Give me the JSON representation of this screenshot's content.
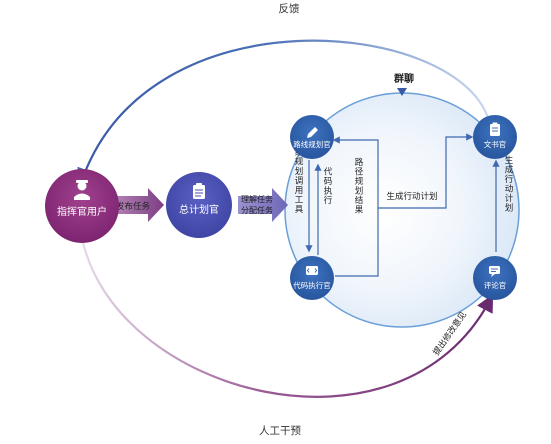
{
  "labels": {
    "feedback": "反馈",
    "human_intervention": "人工干预",
    "group_chat": "群聊",
    "publish_task": "发布任务",
    "understand_task": "理解任务",
    "assign_task": "分配任务",
    "route_tool_vertical": "路线规划调用工具",
    "code_exec_vertical": "代码执行",
    "route_result_vertical": "路径规划结果",
    "gen_plan": "生成行动计划",
    "gen_plan_vertical": "生成行动计划",
    "suggest_vertical": "提出修改意见"
  },
  "nodes": {
    "commander": {
      "label": "指挥官用户",
      "icon": "commander-icon"
    },
    "planner": {
      "label": "总计划官",
      "icon": "clipboard-icon"
    },
    "route_officer": {
      "label": "路线规划官",
      "icon": "pencil-icon"
    },
    "code_officer": {
      "label": "代码执行官",
      "icon": "code-icon"
    },
    "doc_officer": {
      "label": "文书官",
      "icon": "clipboard-icon"
    },
    "review_officer": {
      "label": "评论官",
      "icon": "chat-icon"
    }
  },
  "colors": {
    "blue_node": "#2f5ea8",
    "planner_node": "#4a4fb0",
    "commander_node": "#8a2a78",
    "arrow_blue": "#4a6fb5",
    "arrow_purple": "#7a3580",
    "circle_stroke": "#6a9fd8"
  }
}
